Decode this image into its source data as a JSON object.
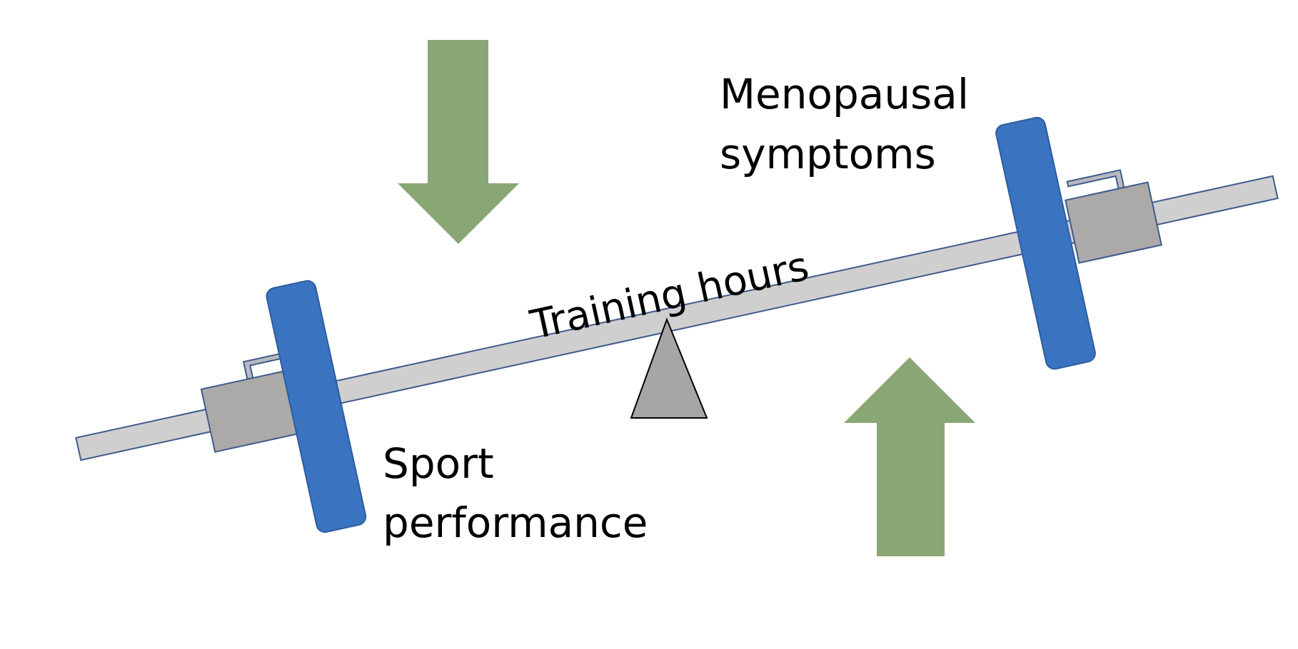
{
  "labels": {
    "menopausal_line1": "Menopausal",
    "menopausal_line2": "symptoms",
    "training_hours": "Training hours",
    "sport_line1": "Sport",
    "sport_line2": "performance"
  },
  "colors": {
    "arrow": "#88a775",
    "plate": "#3a73c0",
    "plate_stroke": "#2f5d9e",
    "bar": "#d0cfd0",
    "bar_stroke": "#3e5b8c",
    "collar": "#aca9a9",
    "fulcrum": "#a6a6a6"
  },
  "icons": {
    "down_arrow": "arrow-down-icon",
    "up_arrow": "arrow-up-icon",
    "fulcrum": "triangle-fulcrum-icon"
  }
}
